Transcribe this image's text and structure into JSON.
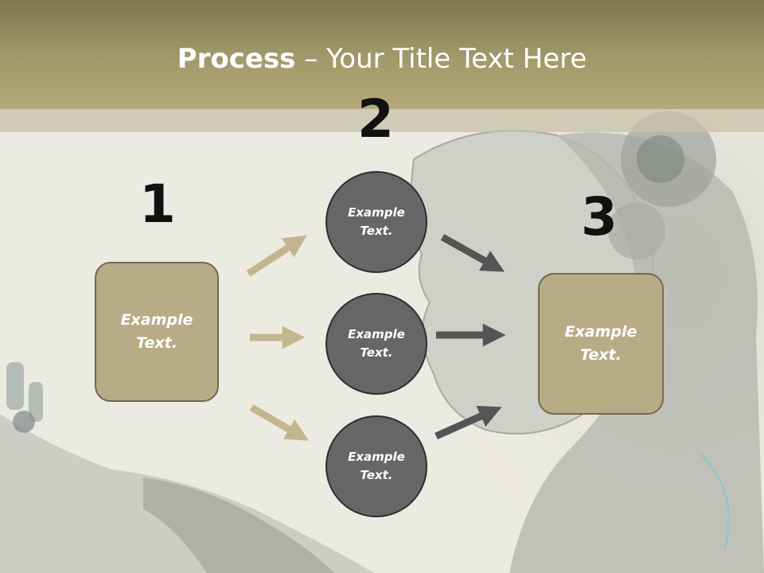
{
  "title": {
    "bold": "Process",
    "rest": " – Your Title Text Here"
  },
  "steps": [
    {
      "number": "1",
      "text": "Example Text."
    },
    {
      "number": "2",
      "texts": [
        "Example Text.",
        "Example Text.",
        "Example Text."
      ]
    },
    {
      "number": "3",
      "text": "Example Text."
    }
  ],
  "colors": {
    "band": "#a39a6c",
    "box": "#b8ac86",
    "circle": "#666666",
    "arrow_in": "#c3b68e",
    "arrow_out": "#555555"
  }
}
